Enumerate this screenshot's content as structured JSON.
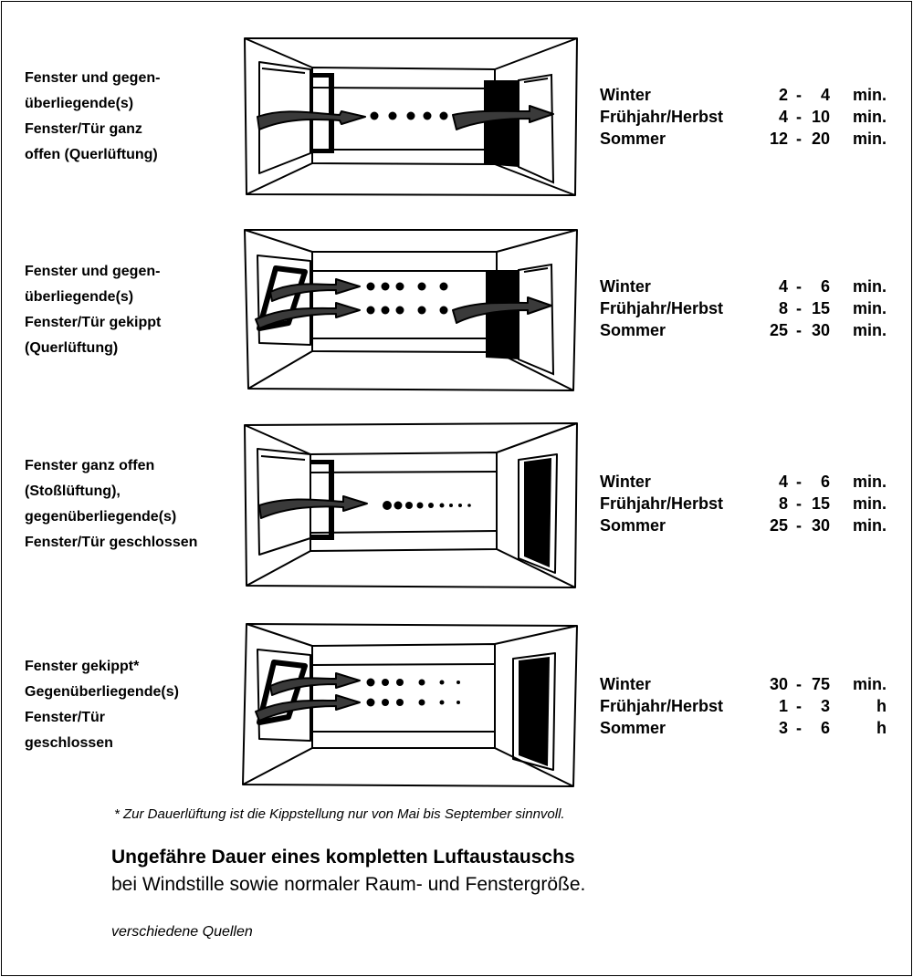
{
  "scenarios": [
    {
      "label_lines": [
        "Fenster und gegen-",
        "überliegende(s)",
        "Fenster/Tür ganz",
        "offen (Querlüftung)"
      ],
      "times": [
        {
          "season": "Winter",
          "from": "2",
          "to": "4",
          "unit": "min."
        },
        {
          "season": "Frühjahr/Herbst",
          "from": "4",
          "to": "10",
          "unit": "min."
        },
        {
          "season": "Sommer",
          "from": "12",
          "to": "20",
          "unit": "min."
        }
      ]
    },
    {
      "label_lines": [
        "Fenster und gegen-",
        "überliegende(s)",
        "Fenster/Tür gekippt",
        "(Querlüftung)"
      ],
      "times": [
        {
          "season": "Winter",
          "from": "4",
          "to": "6",
          "unit": "min."
        },
        {
          "season": "Frühjahr/Herbst",
          "from": "8",
          "to": "15",
          "unit": "min."
        },
        {
          "season": "Sommer",
          "from": "25",
          "to": "30",
          "unit": "min."
        }
      ]
    },
    {
      "label_lines": [
        "Fenster ganz offen",
        "(Stoßlüftung),",
        "gegenüberliegende(s)",
        "Fenster/Tür geschlossen"
      ],
      "times": [
        {
          "season": "Winter",
          "from": "4",
          "to": "6",
          "unit": "min."
        },
        {
          "season": "Frühjahr/Herbst",
          "from": "8",
          "to": "15",
          "unit": "min."
        },
        {
          "season": "Sommer",
          "from": "25",
          "to": "30",
          "unit": "min."
        }
      ]
    },
    {
      "label_lines": [
        "Fenster gekippt*",
        "Gegenüberliegende(s)",
        "Fenster/Tür",
        "geschlossen"
      ],
      "times": [
        {
          "season": "Winter",
          "from": "30",
          "to": "75",
          "unit": "min."
        },
        {
          "season": "Frühjahr/Herbst",
          "from": "1",
          "to": "3",
          "unit": "h"
        },
        {
          "season": "Sommer",
          "from": "3",
          "to": "6",
          "unit": "h"
        }
      ]
    }
  ],
  "dash": "-",
  "footnote": "* Zur Dauerlüftung ist die Kippstellung nur von Mai bis September sinnvoll.",
  "title": "Ungefähre Dauer eines kompletten Luftaustauschs",
  "subtitle": "bei Windstille sowie normaler Raum- und Fenstergröße.",
  "source": "verschiedene Quellen"
}
